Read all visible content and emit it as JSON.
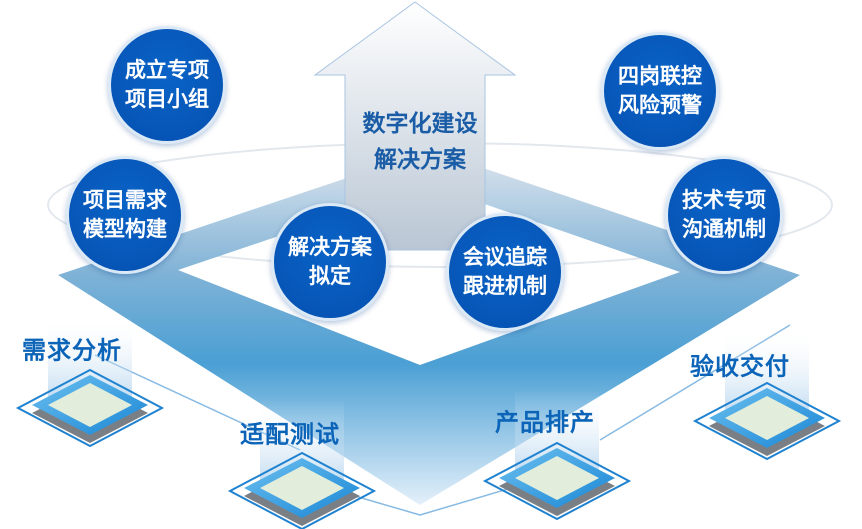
{
  "center_title": [
    "数字化建设",
    "解决方案"
  ],
  "circles": [
    {
      "lines": [
        "成立专项",
        "项目小组"
      ]
    },
    {
      "lines": [
        "项目需求",
        "模型构建"
      ]
    },
    {
      "lines": [
        "解决方案",
        "拟定"
      ]
    },
    {
      "lines": [
        "会议追踪",
        "跟进机制"
      ]
    },
    {
      "lines": [
        "四岗联控",
        "风险预警"
      ]
    },
    {
      "lines": [
        "技术专项",
        "沟通机制"
      ]
    }
  ],
  "stages": [
    "需求分析",
    "适配测试",
    "产品排产",
    "验收交付"
  ],
  "colors": {
    "circle": "#0550b0",
    "stage_text": "#0b64b8",
    "band": "#4a9fd4",
    "platform_top": "#e2eedb"
  }
}
